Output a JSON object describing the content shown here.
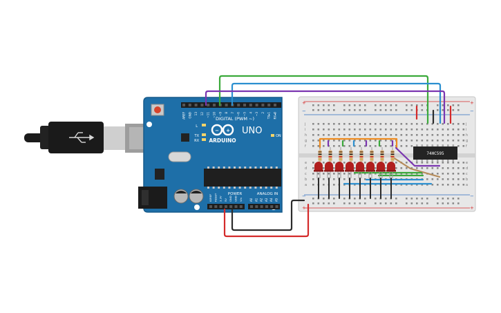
{
  "arduino": {
    "aref": "AREF",
    "gnd": "GND",
    "header_pins": [
      "13",
      "12",
      "~11",
      "~10",
      "~9",
      "8",
      "7",
      "~6",
      "~5",
      "4",
      "~3",
      "2",
      "TX▸1",
      "RX◂0"
    ],
    "digital_label": "DIGITAL (PWM ~)",
    "logo_text": "ARDUINO",
    "model": "UNO",
    "on_label": "ON",
    "l_label": "L",
    "tx_label": "TX",
    "rx_label": "RX",
    "power_label": "POWER",
    "analog_label": "ANALOG IN",
    "power_pins": [
      "IOREF",
      "RESET",
      "3.3V",
      "5V",
      "GND",
      "GND",
      "Vin"
    ],
    "analog_pins": [
      "A0",
      "A1",
      "A2",
      "A3",
      "A4",
      "A5"
    ]
  },
  "ic": {
    "label": "74HC595"
  },
  "breadboard": {
    "row_letters_top": [
      "j",
      "i",
      "h",
      "g",
      "f"
    ],
    "row_letters_bottom": [
      "e",
      "d",
      "c",
      "b",
      "a"
    ],
    "rail_plus": "+",
    "rail_minus": "−"
  },
  "colors": {
    "board": "#1e6fa8",
    "board_dark": "#175a8a",
    "wire_green": "#3aa93a",
    "wire_blue": "#2a8fd0",
    "wire_purple": "#7a35b0",
    "wire_red": "#d42a2a",
    "wire_black": "#2b2b2b",
    "wire_orange": "#ef8b1f",
    "led_red": "#b01e1e",
    "breadboard": "#e7e7e7"
  }
}
